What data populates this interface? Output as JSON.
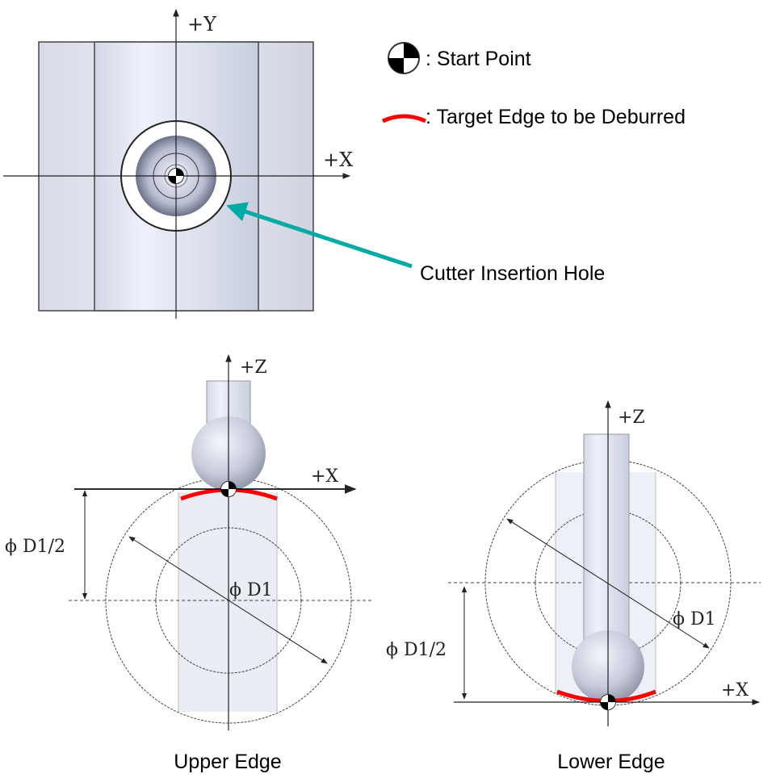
{
  "legend": {
    "start_point": ": Start Point",
    "target_edge": ": Target Edge to be Deburred"
  },
  "top_view": {
    "y_axis": "+Y",
    "x_axis": "+X",
    "callout": "Cutter Insertion Hole"
  },
  "upper_edge": {
    "z_axis": "+Z",
    "x_axis": "+X",
    "radius_label": "ϕ D1/2",
    "diameter_label": "ϕ D1",
    "caption": "Upper Edge"
  },
  "lower_edge": {
    "z_axis": "+Z",
    "x_axis": "+X",
    "radius_label": "ϕ D1/2",
    "diameter_label": "ϕ D1",
    "caption": "Lower Edge"
  },
  "colors": {
    "edge": "#ff0000",
    "callout": "#00aaa5",
    "part": "#e4e8f6"
  }
}
